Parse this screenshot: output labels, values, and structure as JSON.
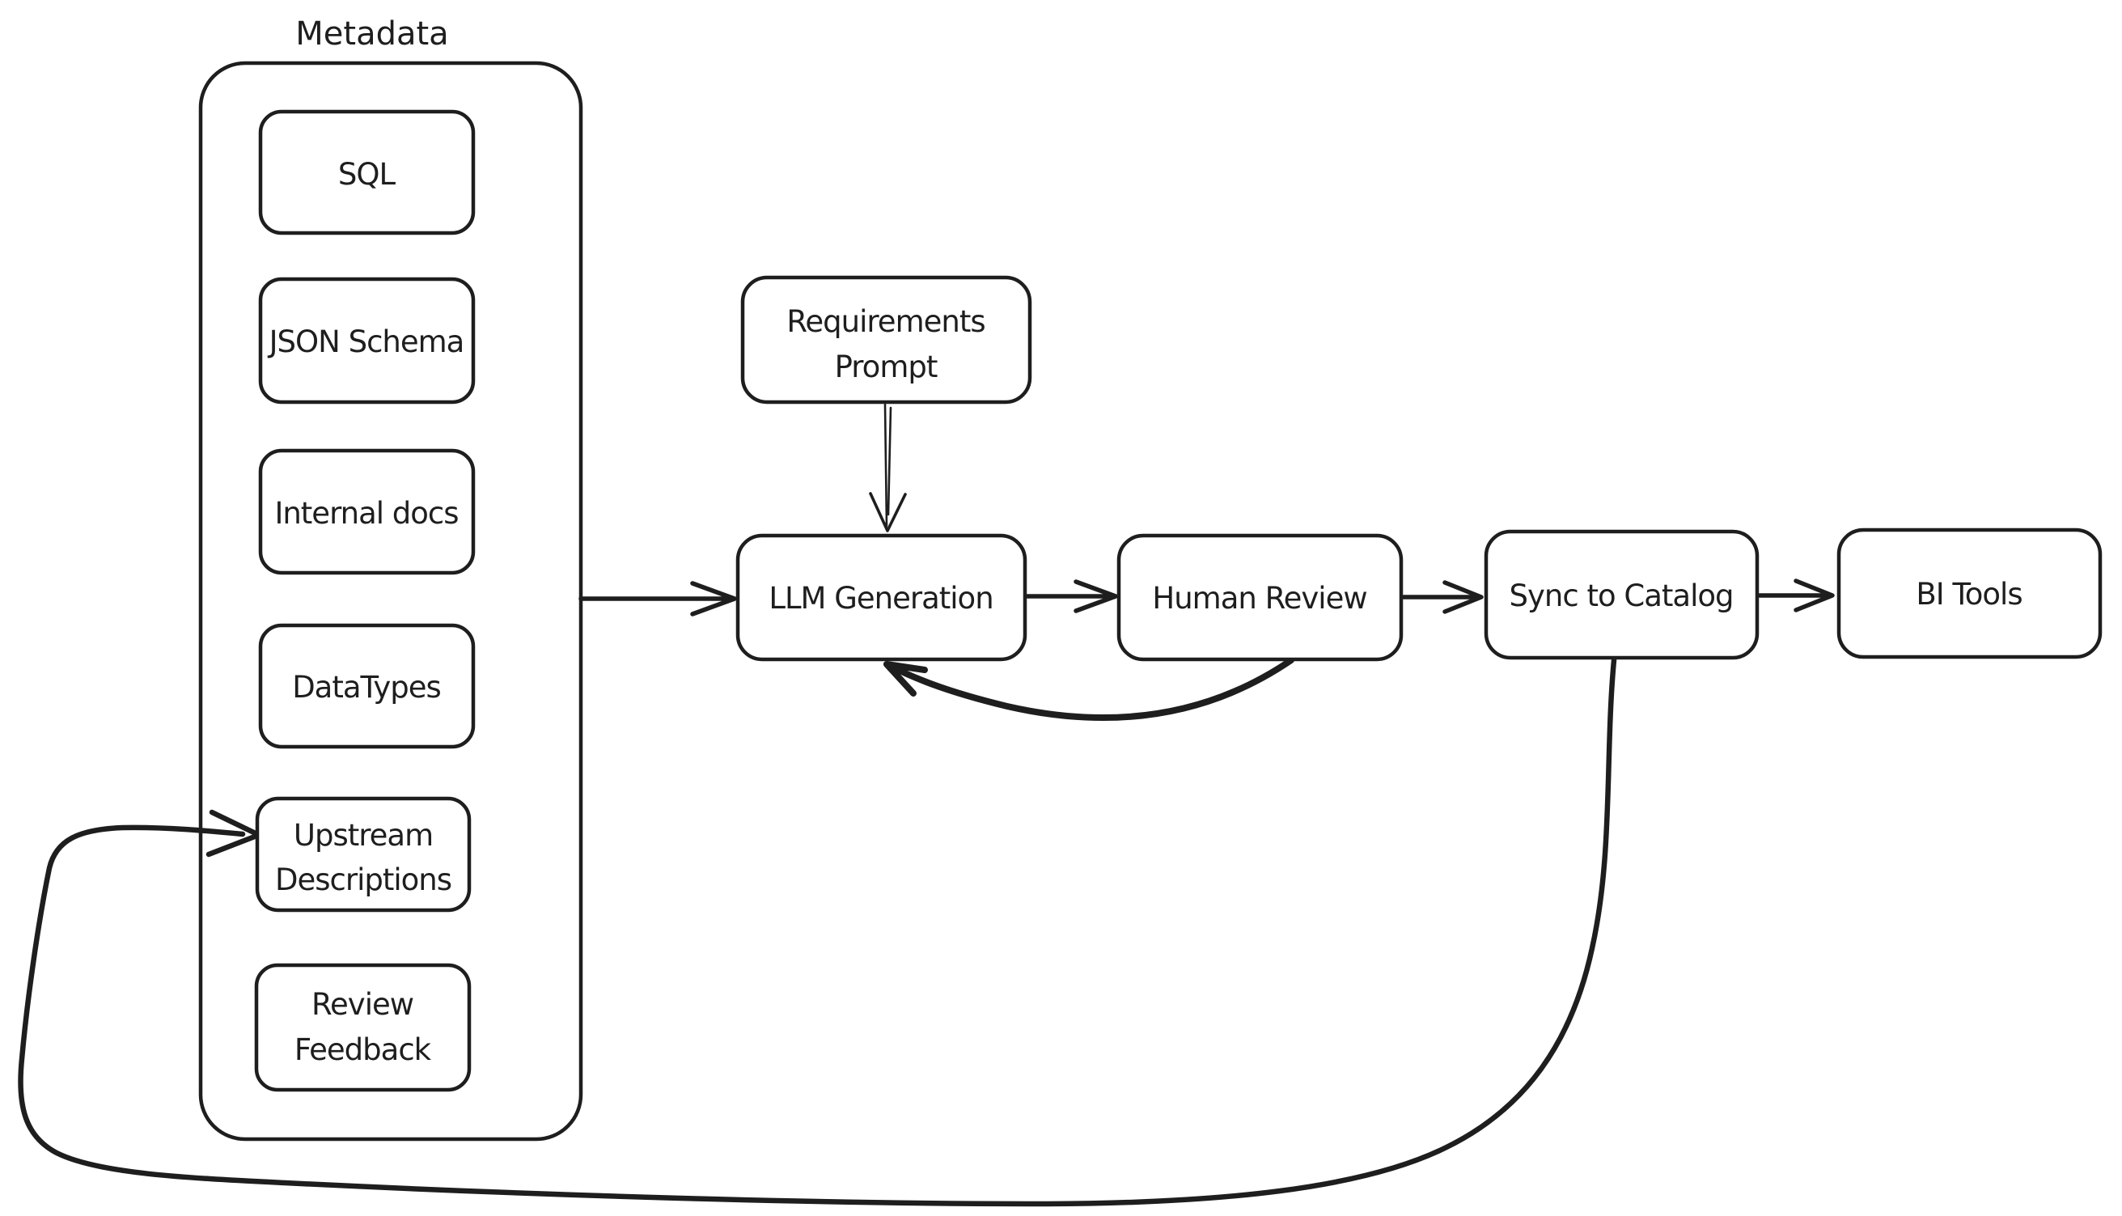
{
  "diagram": {
    "type": "flowchart",
    "style": "hand-drawn",
    "colors": {
      "stroke": "#1e1e1e",
      "node_fill": "#ffffff",
      "background": "#ffffff"
    },
    "metadata_group": {
      "label": "Metadata",
      "items": [
        {
          "label": "SQL"
        },
        {
          "label": "JSON Schema"
        },
        {
          "label": "Internal docs"
        },
        {
          "label": "DataTypes"
        },
        {
          "label": "Upstream",
          "label2": "Descriptions"
        },
        {
          "label": "Review",
          "label2": "Feedback"
        }
      ]
    },
    "nodes": [
      {
        "label": "Requirements",
        "label2": "Prompt"
      },
      {
        "label": "LLM Generation"
      },
      {
        "label": "Human Review"
      },
      {
        "label": "Sync to Catalog"
      },
      {
        "label": "BI Tools"
      }
    ],
    "edges": [
      {
        "from": "Metadata",
        "to": "LLM Generation"
      },
      {
        "from": "Requirements Prompt",
        "to": "LLM Generation"
      },
      {
        "from": "LLM Generation",
        "to": "Human Review"
      },
      {
        "from": "Human Review",
        "to": "LLM Generation",
        "kind": "feedback-curve"
      },
      {
        "from": "Human Review",
        "to": "Sync to Catalog"
      },
      {
        "from": "Sync to Catalog",
        "to": "BI Tools"
      },
      {
        "from": "Sync to Catalog",
        "to": "Upstream Descriptions",
        "kind": "feedback-curve"
      }
    ]
  }
}
